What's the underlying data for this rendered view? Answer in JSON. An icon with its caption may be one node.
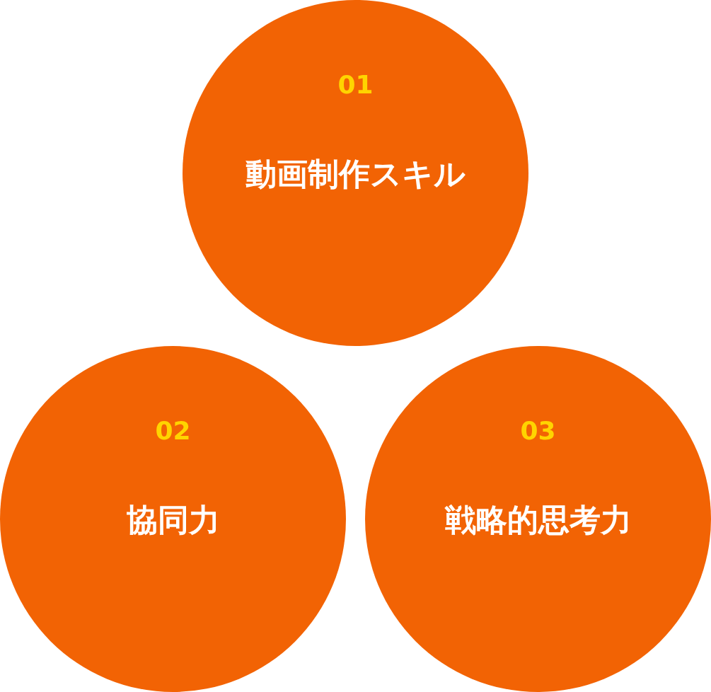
{
  "diagram": {
    "nodes": [
      {
        "text": [
          "01",
          "動画制作スキル"
        ]
      },
      {
        "text": [
          "02",
          "協同力"
        ]
      },
      {
        "text": [
          "03",
          "戦略的思考力"
        ]
      }
    ]
  }
}
